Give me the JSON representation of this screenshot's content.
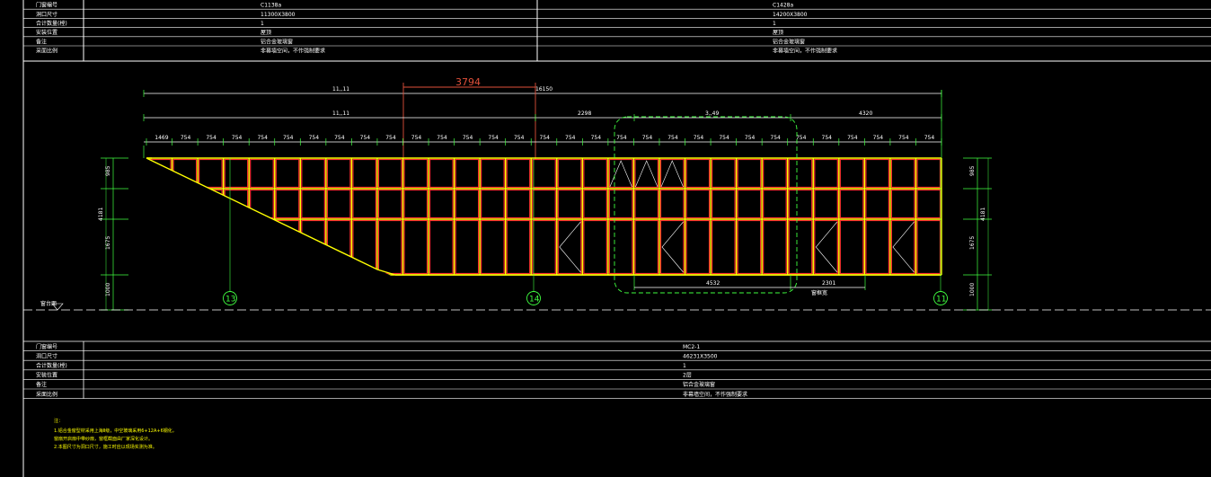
{
  "top_table": {
    "row_labels": [
      "门窗编号",
      "洞口尺寸",
      "合计数量(樘)",
      "安装位置",
      "备注",
      "采面比例"
    ],
    "col1": [
      "C1138a",
      "11300X3800",
      "1",
      "屋顶",
      "铝合金玻璃窗",
      "非幕墙空间，不作强制要求"
    ],
    "col2": [
      "C1428a",
      "14200X3800",
      "1",
      "屋顶",
      "铝合金玻璃窗",
      "非幕墙空间，不作强制要求"
    ]
  },
  "elevation": {
    "highlight_dimension": "3794",
    "overall_dim": "16150",
    "left_dim": "11,,11",
    "sub_dims": [
      "11,,11",
      "2298",
      "3,,49",
      "4320"
    ],
    "module_label": "754",
    "first_module": "1469",
    "height_labels": [
      "985",
      "4181",
      "1675",
      "1000"
    ],
    "bottom_dims": [
      "4532",
      "2301"
    ],
    "bottom_note": "窗框宽",
    "floor_label": "窗台面",
    "axis_labels": [
      "13",
      "14",
      "11"
    ]
  },
  "bottom_table": {
    "row_labels": [
      "门窗编号",
      "洞口尺寸",
      "合计数量(樘)",
      "安装位置",
      "备注",
      "采面比例"
    ],
    "values": [
      "MC2-1",
      "46231X3500",
      "1",
      "2层",
      "铝合金玻璃窗",
      "非幕墙空间，不作强制要求"
    ]
  },
  "notes": {
    "title": "注：",
    "lines": [
      "1.铝合金窗型材采用上海Ⅱ级，中空玻璃采用6+12A+6钢化，",
      "  窗扇开启扇中带纱扇，窗框截面由厂家深化设计。",
      "2.本图尺寸为洞口尺寸，施工时应以现场实测为准。"
    ]
  }
}
